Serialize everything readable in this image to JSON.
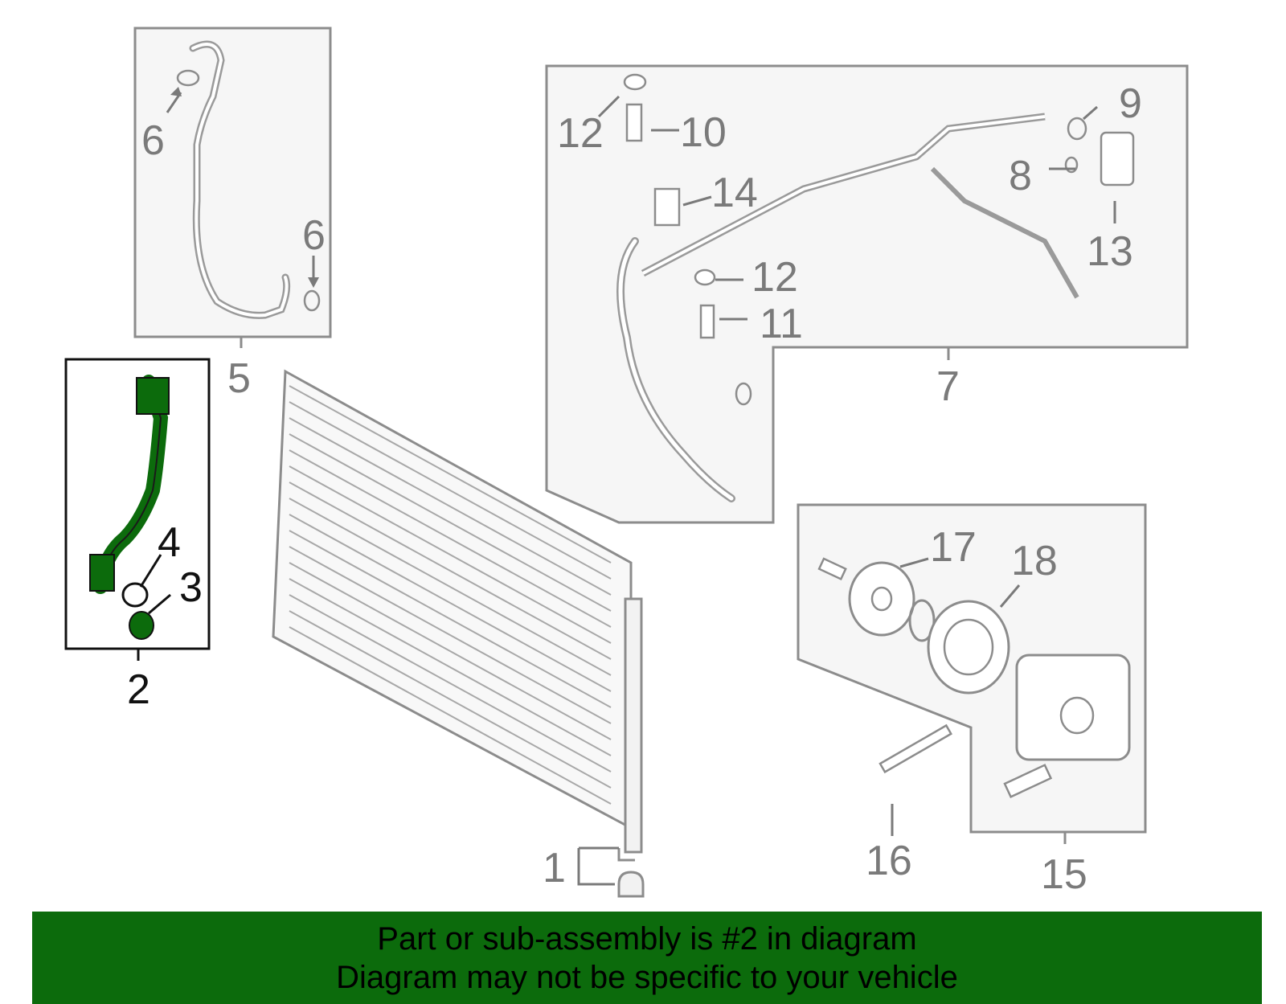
{
  "diagram": {
    "highlight_color": "#0c6b0c",
    "highlighted_part": "2",
    "callouts": {
      "c1": "1",
      "c2": "2",
      "c3": "3",
      "c4": "4",
      "c5": "5",
      "c6a": "6",
      "c6b": "6",
      "c7": "7",
      "c8": "8",
      "c9": "9",
      "c10": "10",
      "c11": "11",
      "c12a": "12",
      "c12b": "12",
      "c13": "13",
      "c14": "14",
      "c15": "15",
      "c16": "16",
      "c17": "17",
      "c18": "18"
    }
  },
  "banner": {
    "line1": "Part or sub-assembly is #2 in diagram",
    "line2": "Diagram may not be specific to your vehicle",
    "background": "#0c6b0c"
  }
}
